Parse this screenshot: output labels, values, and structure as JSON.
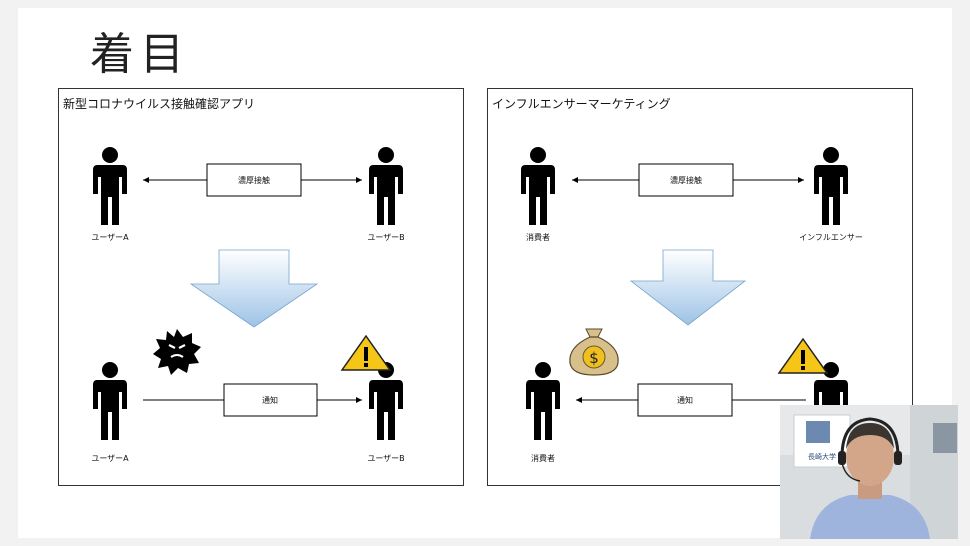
{
  "slide": {
    "title": "着目"
  },
  "left_panel": {
    "title": "新型コロナウイルス接触確認アプリ",
    "top_left_label": "ユーザーA",
    "top_right_label": "ユーザーB",
    "top_box": "濃厚接触",
    "bottom_left_label": "ユーザーA",
    "bottom_right_label": "ユーザーB",
    "bottom_box": "通知"
  },
  "right_panel": {
    "title": "インフルエンサーマーケティング",
    "top_left_label": "消費者",
    "top_right_label": "インフルエンサー",
    "top_box": "濃厚接触",
    "bottom_left_label": "消費者",
    "bottom_box": "通知"
  },
  "video": {
    "sign_text": "長崎大学"
  },
  "colors": {
    "arrow_fill_top": "#ffffff",
    "arrow_fill_bottom": "#9dc3e6",
    "warning": "#f5c518",
    "moneybag": "#d8c08c"
  }
}
